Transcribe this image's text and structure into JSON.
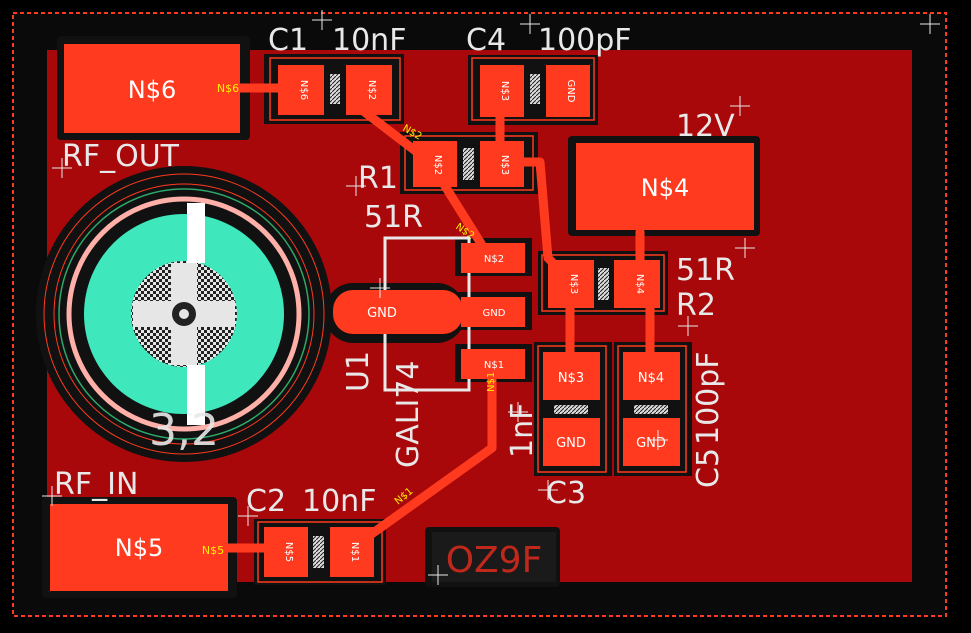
{
  "colors": {
    "background": "#000000",
    "board_outline": "#ff3a1e",
    "copper_pour": "#a8080a",
    "copper_pad": "#ff3a1e",
    "keepout": "#101010",
    "silkscreen": "#e8e8e8",
    "via_copper": "#3ee8bc",
    "net_label": "#ffee00"
  },
  "labels": {
    "c1": "C1",
    "c1_value": "10nF",
    "c4": "C4",
    "c4_value": "100pF",
    "v12": "12V",
    "rf_out": "RF_OUT",
    "r1": "R1",
    "r1_value": "51R",
    "r2_value": "51R",
    "r2": "R2",
    "u1": "U1",
    "u1_value": "GALI74",
    "c3_value": "1nF",
    "c3": "C3",
    "c5": "C5",
    "c5_value": "100pF",
    "rf_in": "RF_IN",
    "c2": "C2",
    "c2_value": "10nF",
    "mount_hole": "3,2",
    "logo": "OZ9F"
  },
  "pads": {
    "rf_out_pad": "N$6",
    "rf_in_pad": "N$5",
    "v12_pad": "N$4",
    "c1_a": "N$6",
    "c1_b": "N$2",
    "c4_a": "N$3",
    "c4_b": "GND",
    "r1_a": "N$2",
    "r1_b": "N$3",
    "u1_in": "N$2",
    "u1_gnd_big": "GND",
    "u1_gnd": "GND",
    "u1_out": "N$1",
    "r2_a": "N$3",
    "r2_b": "N$4",
    "c3_a": "N$3",
    "c3_b": "GND",
    "c5_a": "N$4",
    "c5_b": "GND",
    "c2_a": "N$5",
    "c2_b": "N$1"
  },
  "nets": {
    "n6": "N$6",
    "n5": "N$5",
    "n2_top": "N$2",
    "n2_mid": "N$2",
    "n1": "N$1",
    "n1_trace": "N$1"
  }
}
